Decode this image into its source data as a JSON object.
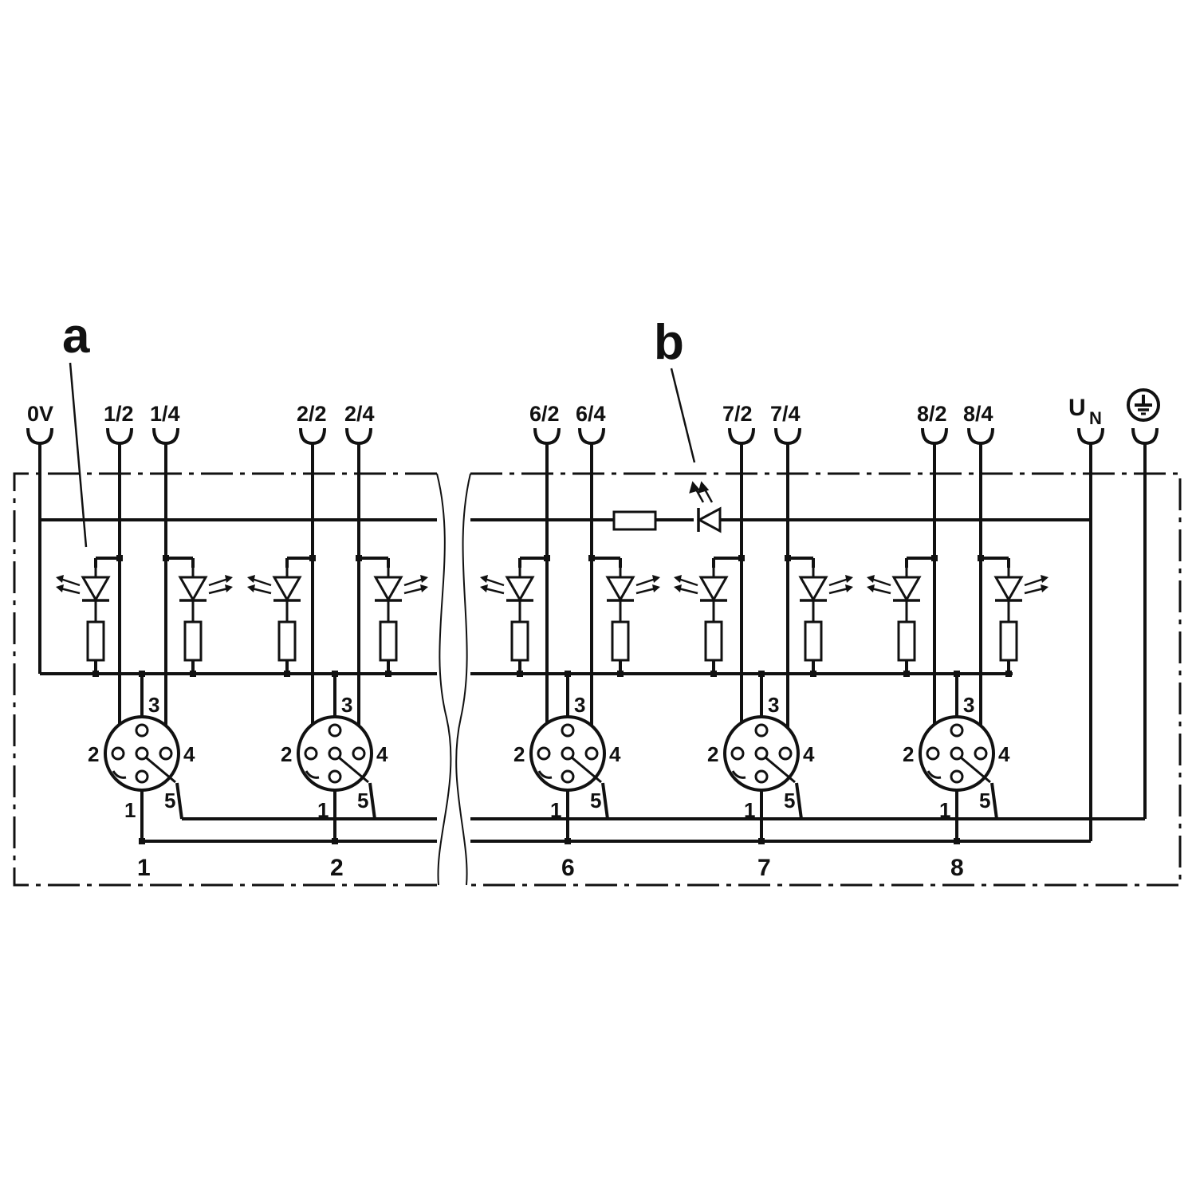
{
  "callouts": {
    "a": "a",
    "b": "b"
  },
  "terminals": [
    "0V",
    "1/2",
    "1/4",
    "2/2",
    "2/4",
    "6/2",
    "6/4",
    "7/2",
    "7/4",
    "8/2",
    "8/4"
  ],
  "supply": {
    "u": "U",
    "n": "N"
  },
  "ports": [
    "1",
    "2",
    "6",
    "7",
    "8"
  ],
  "pins": [
    "1",
    "2",
    "3",
    "4",
    "5"
  ]
}
